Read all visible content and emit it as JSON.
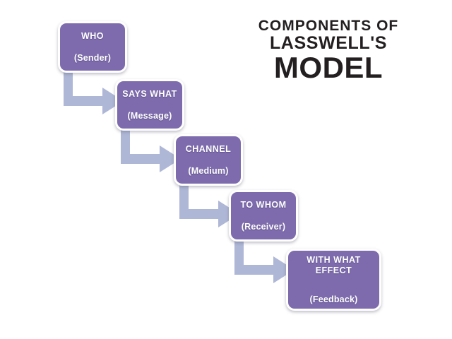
{
  "title": {
    "line1": "COMPONENTS OF",
    "line2": "LASSWELL'S",
    "line3": "MODEL"
  },
  "colors": {
    "node_fill": "#7d6bad",
    "node_border": "#ffffff",
    "node_text": "#ffffff",
    "arrow": "#aeb7d6",
    "title_text": "#231f20",
    "background": "#ffffff"
  },
  "nodes": [
    {
      "id": "who",
      "title": "WHO",
      "sub": "(Sender)"
    },
    {
      "id": "says-what",
      "title": "SAYS WHAT",
      "sub": "(Message)"
    },
    {
      "id": "channel",
      "title": "CHANNEL",
      "sub": "(Medium)"
    },
    {
      "id": "to-whom",
      "title": "TO WHOM",
      "sub": "(Receiver)"
    },
    {
      "id": "with-what-effect",
      "title": "WITH WHAT\nEFFECT",
      "sub": "(Feedback)"
    }
  ],
  "connectors": [
    {
      "id": "who-to-says-what",
      "from": "who",
      "to": "says-what"
    },
    {
      "id": "says-what-to-channel",
      "from": "says-what",
      "to": "channel"
    },
    {
      "id": "channel-to-to-whom",
      "from": "channel",
      "to": "to-whom"
    },
    {
      "id": "to-whom-to-with-what-effect",
      "from": "to-whom",
      "to": "with-what-effect"
    }
  ]
}
